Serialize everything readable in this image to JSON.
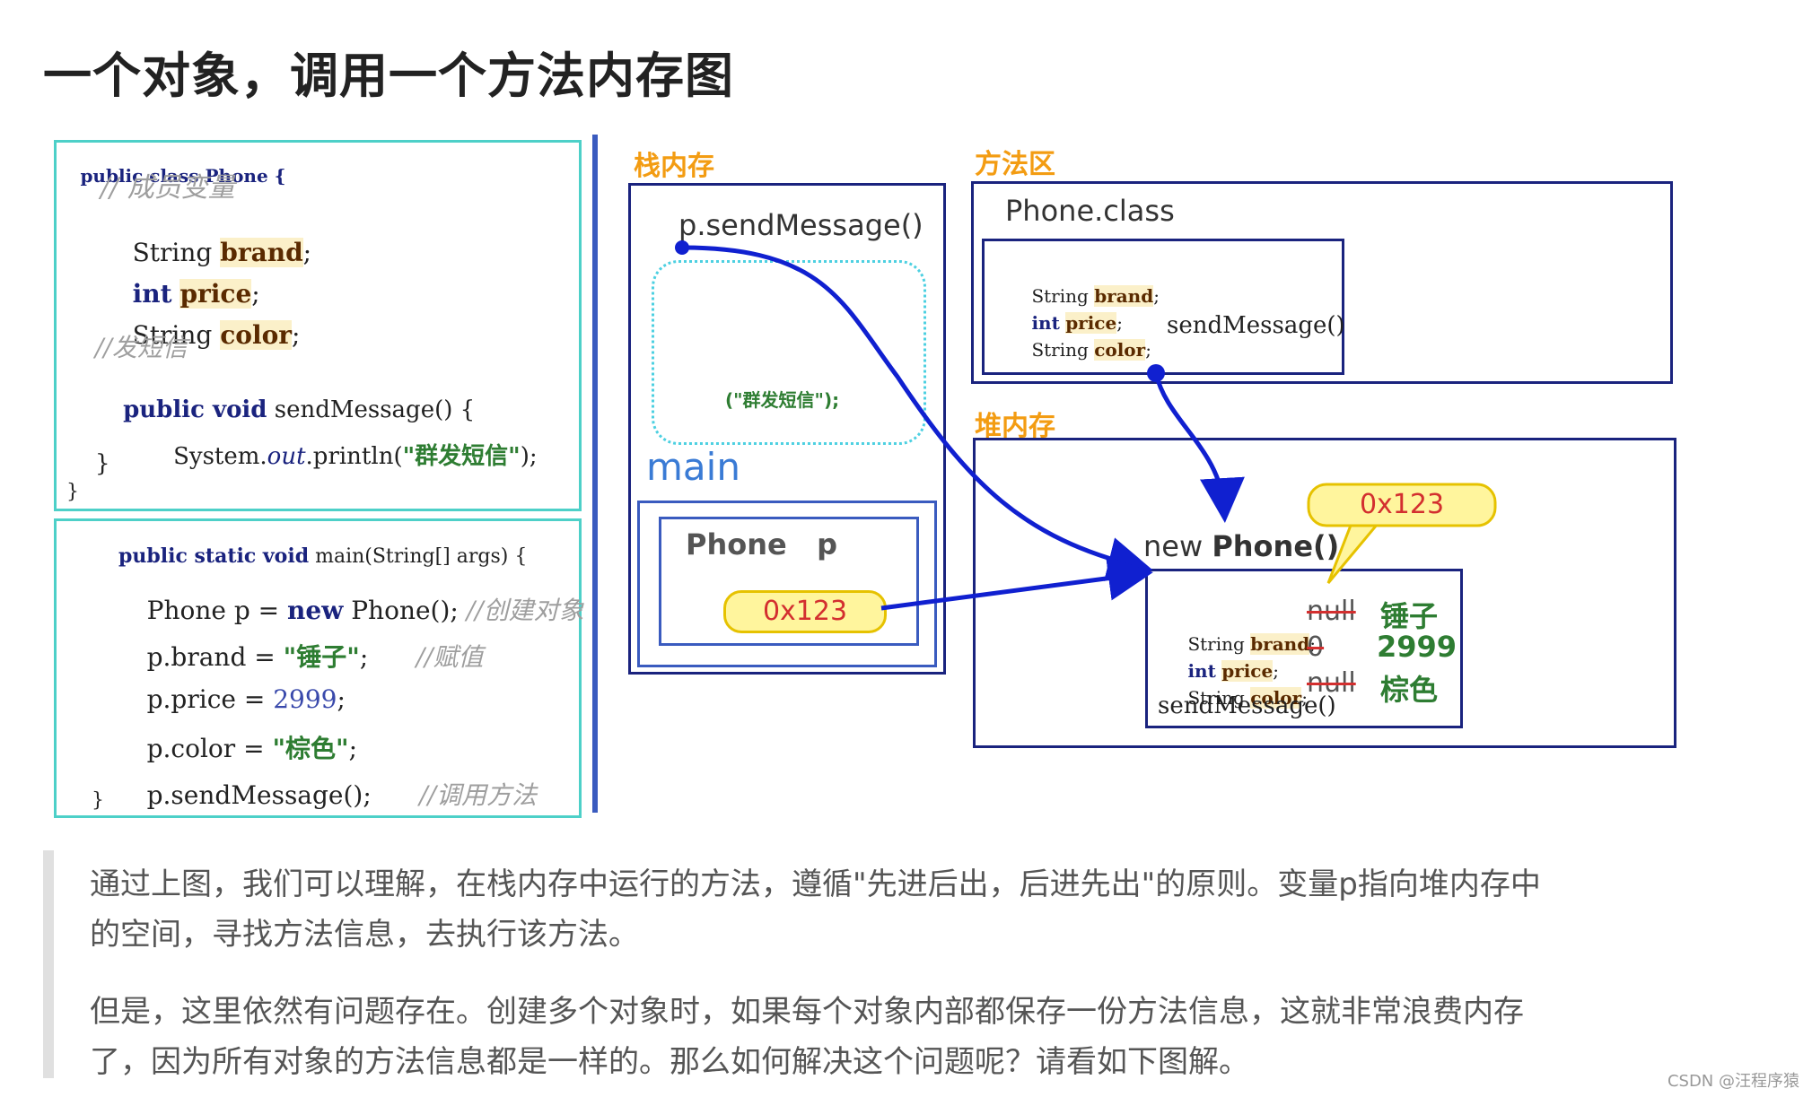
{
  "title": "一个对象，调用一个方法内存图",
  "code_class": {
    "header": "public class Phone {",
    "comment_members": "// 成员变量",
    "line_brand_type": "String",
    "line_brand_name": "brand",
    "line_price_type": "int",
    "line_price_name": "price",
    "line_color_type": "String",
    "line_color_name": "color",
    "comment_send": "//发短信",
    "method_sig_kw": "public void",
    "method_sig_name": "sendMessage() {",
    "method_body_pre": "System.",
    "method_body_out": "out",
    "method_body_mid": ".println(",
    "method_body_str": "\"群发短信\"",
    "method_body_end": ");",
    "close_inner": "}",
    "close_outer": "}"
  },
  "code_main": {
    "header_kw": "public static void",
    "header_rest": "main(String[] args) {",
    "l1_a": "Phone p = ",
    "l1_kw": "new",
    "l1_b": " Phone();",
    "l1_cm": "//创建对象",
    "l2_a": "p.brand = ",
    "l2_str": "\"锤子\"",
    "l2_b": ";",
    "l2_cm": "//赋值",
    "l3_a": "p.price = ",
    "l3_num": "2999",
    "l3_b": ";",
    "l4_a": "p.color = ",
    "l4_str": "\"棕色\"",
    "l4_b": ";",
    "l5_a": "p.sendMessage();",
    "l5_cm": "//调用方法",
    "close": "}"
  },
  "stack": {
    "label": "栈内存",
    "frame_call": "p.sendMessage()",
    "frame_print": "(\"群发短信\");",
    "main_label": "main",
    "var_label": "Phone   p",
    "var_value": "0x123"
  },
  "method_area": {
    "label": "方法区",
    "class_name": "Phone.class",
    "f1_type": "String",
    "f1_name": "brand",
    "f2_type": "int",
    "f2_name": "price",
    "f3_type": "String",
    "f3_name": "color",
    "method": "sendMessage()"
  },
  "heap": {
    "label": "堆内存",
    "address": "0x123",
    "new_kw": "new",
    "new_name": "Phone()",
    "f1_type": "String",
    "f1_name": "brand",
    "f1_old": "null",
    "f1_new": "锤子",
    "f2_type": "int",
    "f2_name": "price",
    "f2_old": "0",
    "f2_new": "2999",
    "f3_type": "String",
    "f3_name": "color",
    "f3_old": "null",
    "f3_new": "棕色",
    "method": "sendMessage()"
  },
  "paragraphs": {
    "p1_line1": "通过上图，我们可以理解，在栈内存中运行的方法，遵循\"先进后出，后进先出\"的原则。变量p指向堆内存中",
    "p1_line2": "的空间，寻找方法信息，去执行该方法。",
    "p2_line1": "但是，这里依然有问题存在。创建多个对象时，如果每个对象内部都保存一份方法信息，这就非常浪费内存",
    "p2_line2": "了，因为所有对象的方法信息都是一样的。那么如何解决这个问题呢？请看如下图解。"
  },
  "watermark": "CSDN @汪程序猿",
  "colors": {
    "frame_border": "#1a237e",
    "code_border": "#4dd0c8",
    "divider": "#3a5bbf",
    "label_orange": "#f39c12",
    "arrow_blue": "#1020d0",
    "bubble_fill": "#fff59d",
    "bubble_text": "#d32f2f",
    "value_green": "#2e7d32"
  }
}
